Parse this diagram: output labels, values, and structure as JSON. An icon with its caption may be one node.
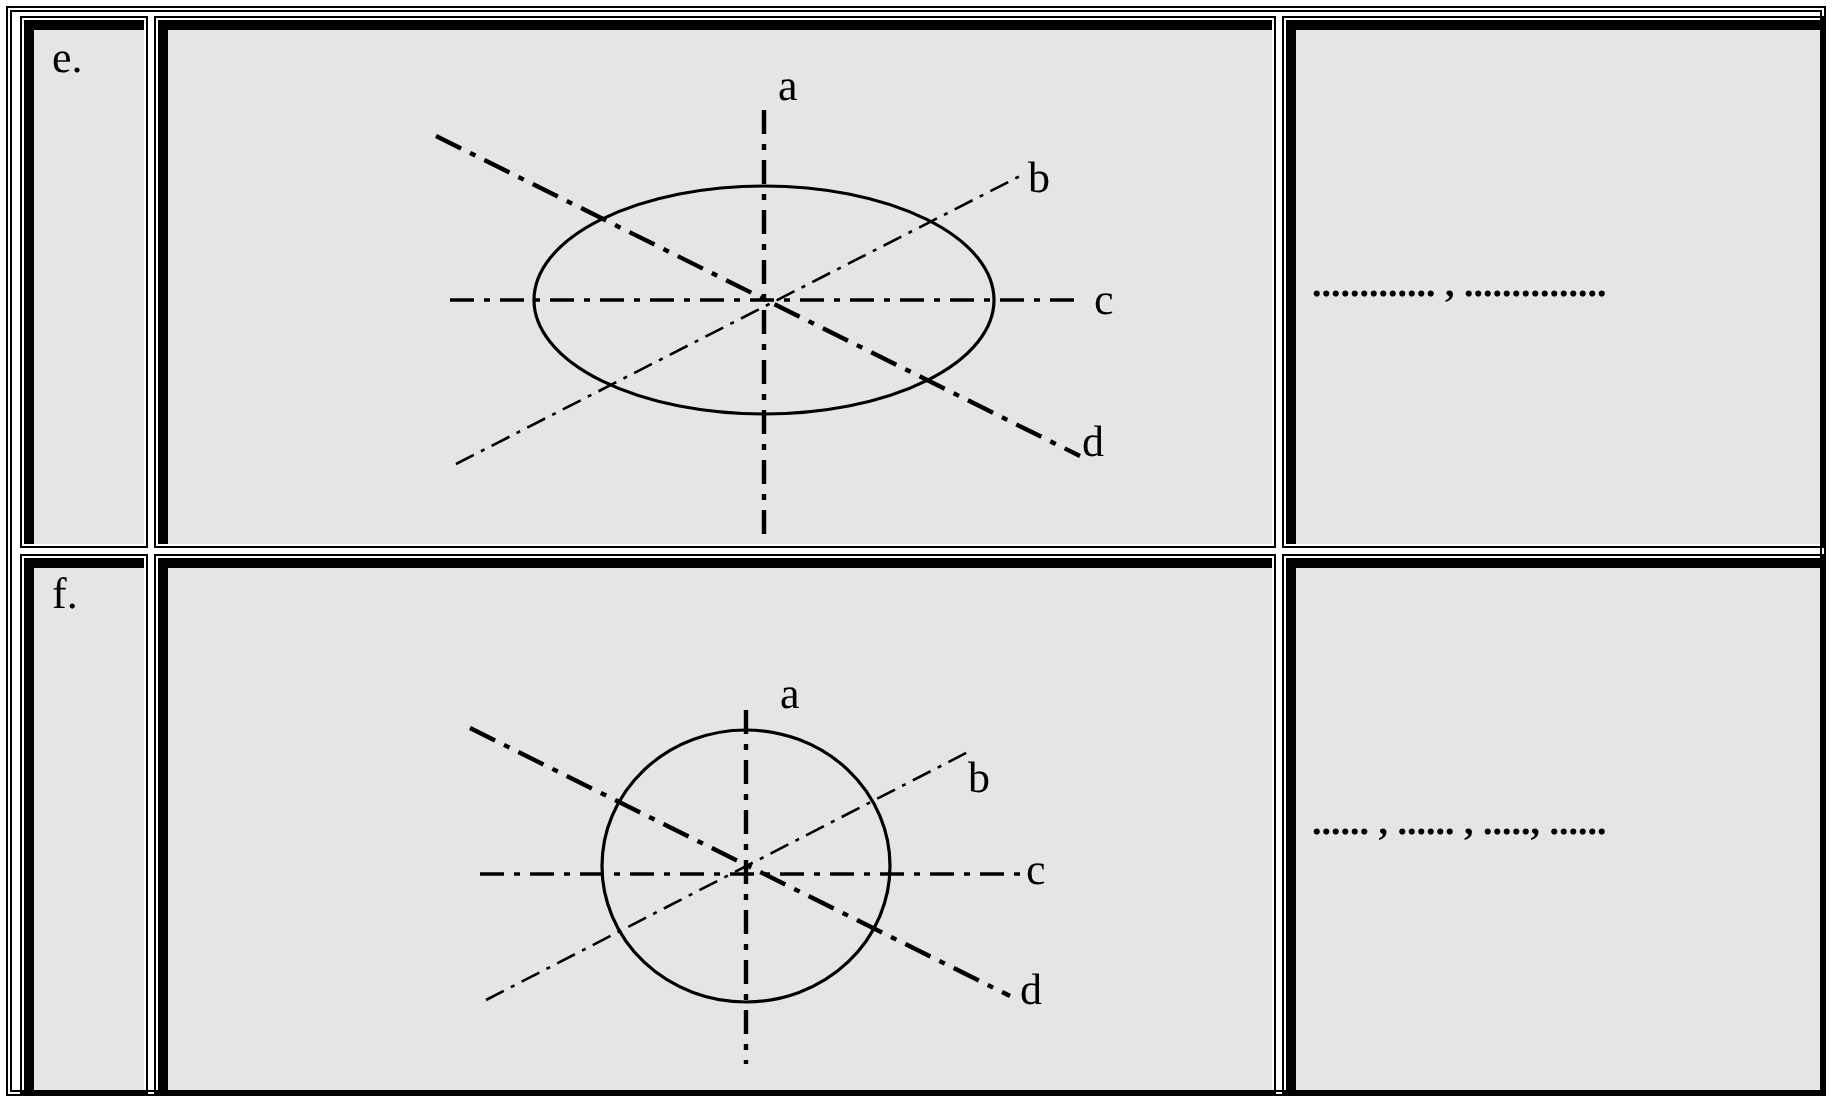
{
  "diagram": {
    "labels": [
      "e.",
      "a",
      "b",
      "c",
      "d",
      "............. , ...............",
      "f.",
      "a",
      "b",
      "c",
      "d",
      "...... , ...... , ....., ......"
    ]
  }
}
